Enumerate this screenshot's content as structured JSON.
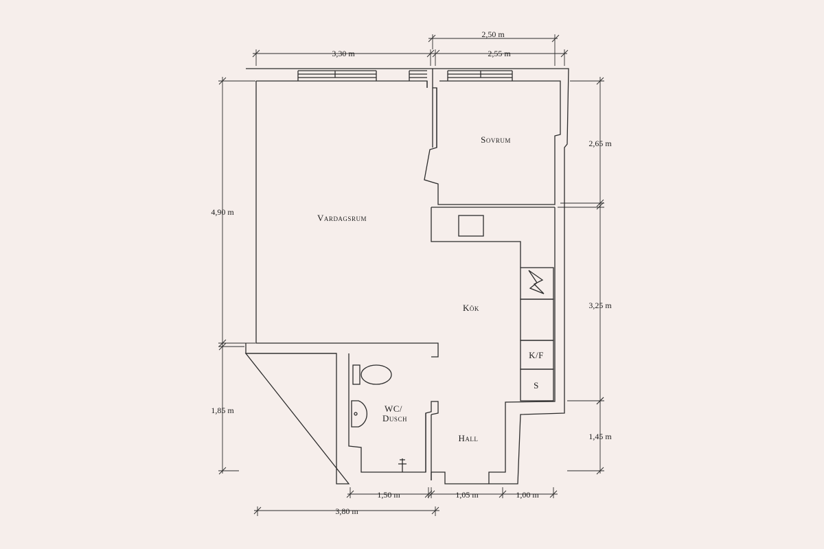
{
  "rooms": {
    "vardagsrum": "Vardagsrum",
    "sovrum": "Sovrum",
    "kok": "Kök",
    "wc_line1": "WC/",
    "wc_line2": "Dusch",
    "hall": "Hall",
    "kf": "K/F",
    "s": "S"
  },
  "dimensions": {
    "top_bedroom_outer": "2,50 m",
    "top_living": "3,30 m",
    "top_bedroom": "2,55 m",
    "left_height": "4,90 m",
    "left_lower": "1,85 m",
    "right_bedroom": "2,65 m",
    "right_kitchen": "3,25 m",
    "right_hall": "1,45 m",
    "bottom_wc": "1,50 m",
    "bottom_hall": "1,05 m",
    "bottom_right": "1,00 m",
    "bottom_total": "3,80 m"
  },
  "colors": {
    "background": "#f6eeeb",
    "line": "#2b2b2b"
  }
}
